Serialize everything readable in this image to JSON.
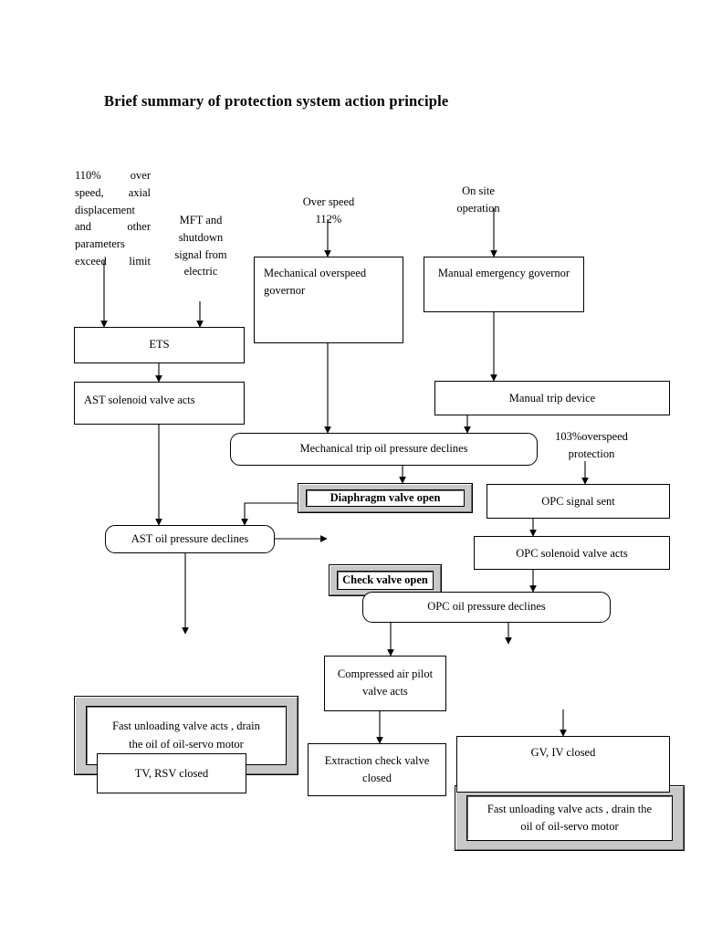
{
  "document": {
    "title": "Brief summary of protection system action principle"
  },
  "labels": [
    {
      "id": "trigger-overspeed-110",
      "text": "110%  over speed, axial displacement and other parameters exceed limit"
    },
    {
      "id": "trigger-mft",
      "text": "MFT and shutdown signal from electric"
    },
    {
      "id": "trigger-overspeed-112",
      "text": "Over speed 112%"
    },
    {
      "id": "trigger-on-site",
      "text": "On site operation"
    },
    {
      "id": "note-overspeed-103",
      "text": "103%overspeed protection"
    }
  ],
  "nodes": {
    "mechanical_overspeed_governor": "Mechanical overspeed governor",
    "manual_emergency_governor": "Manual emergency governor",
    "ets": "ETS",
    "ast_solenoid_valve_acts": "AST solenoid valve acts",
    "manual_trip_device": "Manual trip device",
    "mechanical_trip_oil_pressure_declines": "Mechanical trip oil pressure declines",
    "diaphragm_valve_open": "Diaphragm valve open",
    "opc_signal_sent": "OPC signal sent",
    "ast_oil_pressure_declines": "AST oil pressure declines",
    "check_valve_open": "Check valve open",
    "opc_solenoid_valve_acts": "OPC solenoid valve acts",
    "opc_oil_pressure_declines": "OPC oil pressure declines",
    "fast_unloading_left_line1": "Fast unloading valve acts ,    drain",
    "fast_unloading_left_line2": "the oil of oil-servo motor",
    "compressed_air_pilot_line1": "Compressed air pilot",
    "compressed_air_pilot_line2": "valve acts",
    "fast_unloading_right_line1": "Fast unloading valve acts ,     drain the",
    "fast_unloading_right_line2": "oil of oil-servo motor",
    "tv_rsv_closed": "TV, RSV closed",
    "extraction_check_valve_line1": "Extraction check valve",
    "extraction_check_valve_line2": "closed",
    "gv_iv_closed": "GV, IV closed"
  },
  "colors": {
    "page_background": "#ffffff",
    "stroke": "#000000",
    "bevel_fill": "#c8c8c8",
    "bevel_shadow": "#6e6e6e",
    "bevel_highlight": "#ffffff"
  }
}
